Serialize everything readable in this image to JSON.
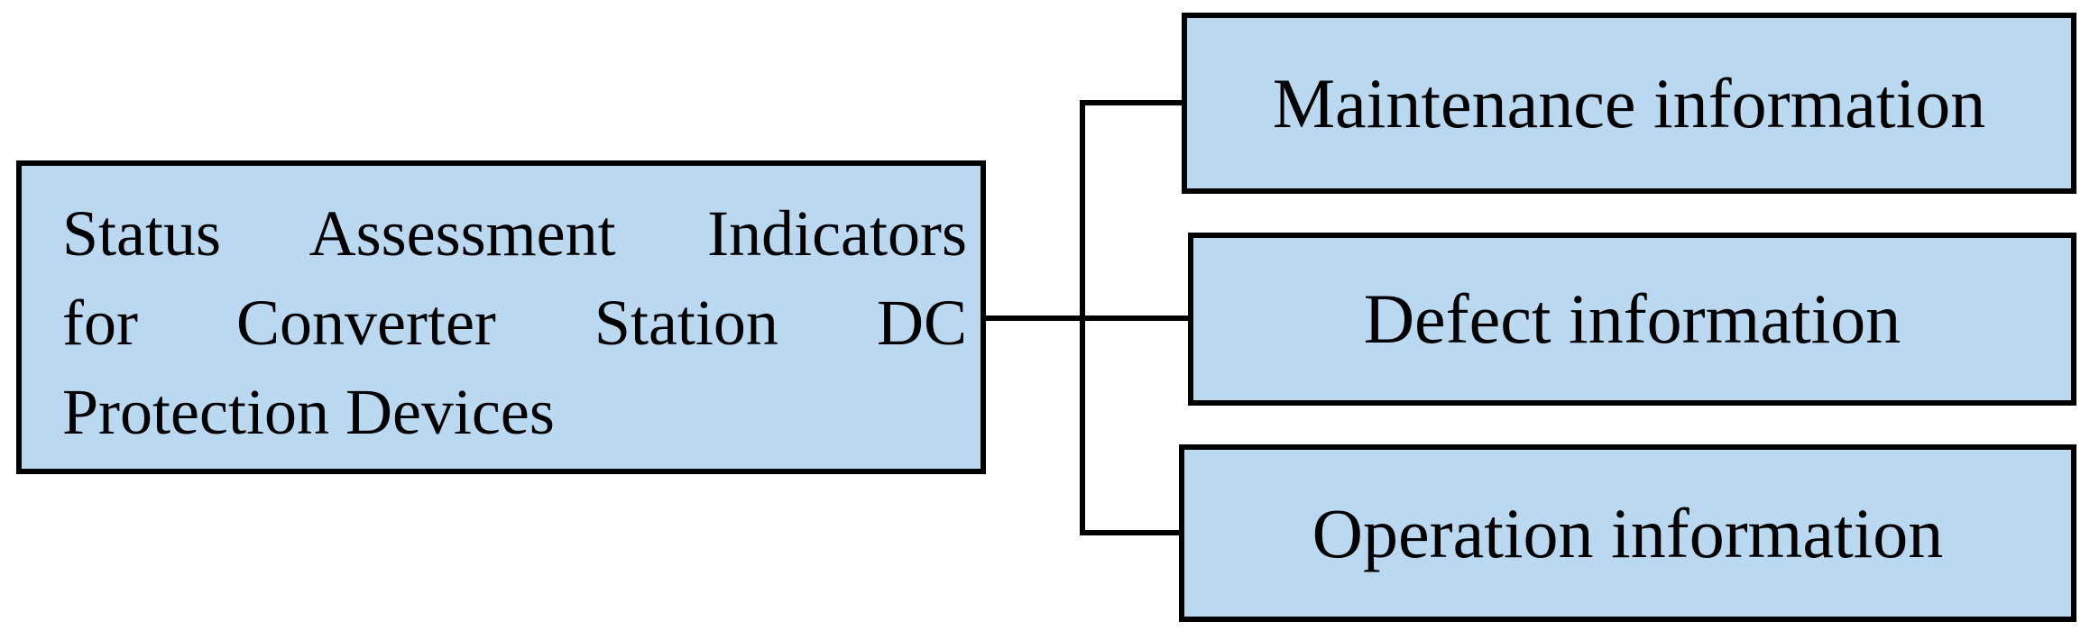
{
  "diagram": {
    "root_box": {
      "text": "Status Assessment Indicators for Converter Station DC Protection Devices",
      "lines": [
        "Status Assessment Indicators",
        "for Converter Station DC",
        "Protection Devices"
      ]
    },
    "branches": [
      {
        "label": "Maintenance information"
      },
      {
        "label": "Defect information"
      },
      {
        "label": "Operation information"
      }
    ],
    "colors": {
      "box_fill": "#BAD8F0",
      "box_border": "#000000",
      "connector_line": "#000000",
      "text": "#000000",
      "background": "#FFFFFF"
    }
  }
}
